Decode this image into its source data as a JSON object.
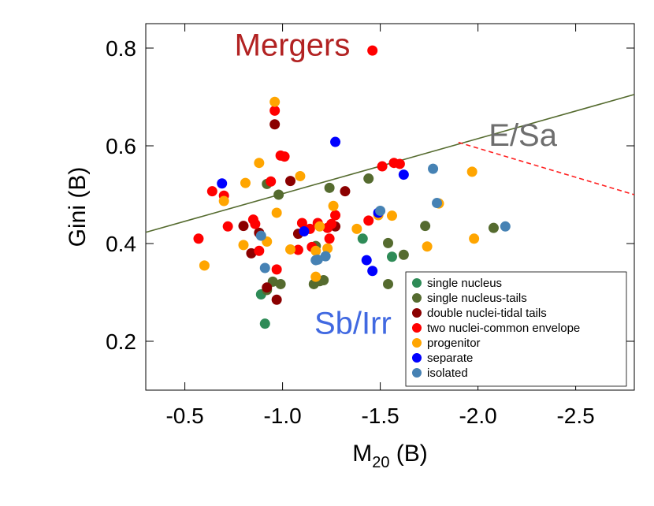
{
  "chart_data": {
    "type": "scatter",
    "xlabel": "M",
    "xlabel_sub": "20",
    "xlabel_suffix": " (B)",
    "ylabel": "Gini (B)",
    "x_reversed": true,
    "xlim": [
      -0.3,
      -2.8
    ],
    "ylim": [
      0.1,
      0.85
    ],
    "x_ticks": [
      -0.5,
      -1.0,
      -1.5,
      -2.0,
      -2.5
    ],
    "x_tick_labels": [
      "-0.5",
      "-1.0",
      "-1.5",
      "-2.0",
      "-2.5"
    ],
    "y_ticks": [
      0.2,
      0.4,
      0.6,
      0.8
    ],
    "y_tick_labels": [
      "0.2",
      "0.4",
      "0.6",
      "0.8"
    ],
    "grid": false,
    "legend_position": "bottom-right",
    "region_labels": [
      {
        "text": "Mergers",
        "color": "#b22222",
        "x": -1.05,
        "y": 0.785
      },
      {
        "text": "E/Sa",
        "color": "#6e6e6e",
        "x": -2.23,
        "y": 0.6
      },
      {
        "text": "Sb/Irr",
        "color": "#4169e1",
        "x": -1.36,
        "y": 0.215
      }
    ],
    "lines": [
      {
        "name": "",
        "style": "solid",
        "color": "#556b2f",
        "x": [
          -0.3,
          -2.8
        ],
        "y": [
          0.423,
          0.705
        ]
      },
      {
        "name": "",
        "style": "dashed",
        "color": "#ff2020",
        "x": [
          -1.9,
          -2.8
        ],
        "y": [
          0.607,
          0.5
        ]
      }
    ],
    "series": [
      {
        "name": "single nucleus",
        "color": "#2e8b57",
        "points": [
          [
            -0.91,
            0.236
          ],
          [
            -0.89,
            0.296
          ],
          [
            -1.41,
            0.41
          ],
          [
            -1.56,
            0.373
          ]
        ]
      },
      {
        "name": "single nucleus-tails",
        "color": "#556b2f",
        "points": [
          [
            -0.92,
            0.522
          ],
          [
            -0.98,
            0.5
          ],
          [
            -1.24,
            0.514
          ],
          [
            -1.44,
            0.533
          ],
          [
            -1.17,
            0.395
          ],
          [
            -1.54,
            0.401
          ],
          [
            -1.62,
            0.377
          ],
          [
            -1.73,
            0.436
          ],
          [
            -2.08,
            0.432
          ],
          [
            -0.95,
            0.322
          ],
          [
            -0.99,
            0.317
          ],
          [
            -1.16,
            0.317
          ],
          [
            -1.19,
            0.323
          ],
          [
            -1.21,
            0.325
          ],
          [
            -1.54,
            0.317
          ],
          [
            -0.92,
            0.305
          ]
        ]
      },
      {
        "name": "double nuclei-tidal tails",
        "color": "#8b0000",
        "points": [
          [
            -0.96,
            0.644
          ],
          [
            -1.04,
            0.528
          ],
          [
            -1.32,
            0.507
          ],
          [
            -0.8,
            0.436
          ],
          [
            -0.88,
            0.422
          ],
          [
            -0.84,
            0.38
          ],
          [
            -0.92,
            0.31
          ],
          [
            -0.97,
            0.285
          ],
          [
            -1.08,
            0.42
          ],
          [
            -1.27,
            0.435
          ]
        ]
      },
      {
        "name": "two nuclei-common envelope",
        "color": "#ff0000",
        "points": [
          [
            -1.46,
            0.795
          ],
          [
            -0.96,
            0.672
          ],
          [
            -1.01,
            0.578
          ],
          [
            -0.94,
            0.527
          ],
          [
            -0.85,
            0.449
          ],
          [
            -0.86,
            0.44
          ],
          [
            -0.88,
            0.385
          ],
          [
            -0.72,
            0.435
          ],
          [
            -0.64,
            0.507
          ],
          [
            -0.7,
            0.498
          ],
          [
            -1.18,
            0.442
          ],
          [
            -1.25,
            0.44
          ],
          [
            -1.1,
            0.442
          ],
          [
            -1.14,
            0.43
          ],
          [
            -1.23,
            0.432
          ],
          [
            -1.24,
            0.41
          ],
          [
            -1.15,
            0.393
          ],
          [
            -1.27,
            0.458
          ],
          [
            -1.44,
            0.447
          ],
          [
            -1.51,
            0.558
          ],
          [
            -1.6,
            0.563
          ],
          [
            -1.57,
            0.565
          ],
          [
            -0.97,
            0.347
          ],
          [
            -1.08,
            0.387
          ],
          [
            -0.57,
            0.41
          ],
          [
            -0.99,
            0.58
          ]
        ]
      },
      {
        "name": "progenitor",
        "color": "#ffa500",
        "points": [
          [
            -0.96,
            0.69
          ],
          [
            -0.88,
            0.565
          ],
          [
            -1.09,
            0.538
          ],
          [
            -0.81,
            0.524
          ],
          [
            -0.7,
            0.487
          ],
          [
            -1.26,
            0.477
          ],
          [
            -0.97,
            0.463
          ],
          [
            -1.38,
            0.43
          ],
          [
            -1.19,
            0.435
          ],
          [
            -1.49,
            0.458
          ],
          [
            -1.56,
            0.457
          ],
          [
            -0.8,
            0.397
          ],
          [
            -0.92,
            0.404
          ],
          [
            -1.04,
            0.388
          ],
          [
            -1.23,
            0.39
          ],
          [
            -1.17,
            0.385
          ],
          [
            -1.74,
            0.394
          ],
          [
            -1.8,
            0.482
          ],
          [
            -1.97,
            0.547
          ],
          [
            -1.98,
            0.41
          ],
          [
            -0.6,
            0.355
          ],
          [
            -1.17,
            0.332
          ]
        ]
      },
      {
        "name": "separate",
        "color": "#0000ff",
        "points": [
          [
            -0.69,
            0.523
          ],
          [
            -1.27,
            0.608
          ],
          [
            -1.62,
            0.541
          ],
          [
            -1.11,
            0.425
          ],
          [
            -1.49,
            0.463
          ],
          [
            -1.43,
            0.366
          ],
          [
            -1.46,
            0.344
          ]
        ]
      },
      {
        "name": "isolated",
        "color": "#4682b4",
        "points": [
          [
            -1.77,
            0.553
          ],
          [
            -1.5,
            0.467
          ],
          [
            -1.79,
            0.483
          ],
          [
            -2.14,
            0.435
          ],
          [
            -0.89,
            0.416
          ],
          [
            -1.22,
            0.374
          ],
          [
            -1.17,
            0.366
          ],
          [
            -0.91,
            0.35
          ],
          [
            -1.18,
            0.367
          ]
        ]
      }
    ]
  }
}
